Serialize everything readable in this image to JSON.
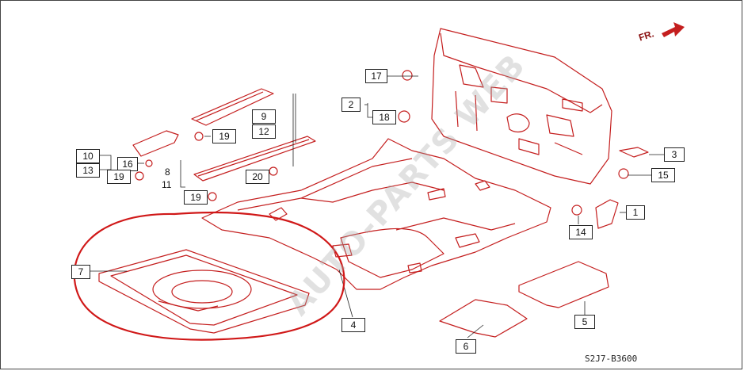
{
  "diagram": {
    "code": "S2J7-B3600",
    "direction_label": "FR.",
    "watermark": "AUTO-PARTS WEB",
    "colors": {
      "line": "#c41e1e",
      "highlight": "#d01818",
      "box": "#222222"
    },
    "callouts": {
      "c1": "1",
      "c2": "2",
      "c3": "3",
      "c4": "4",
      "c5": "5",
      "c6": "6",
      "c7": "7",
      "c8": "8",
      "c9": "9",
      "c10": "10",
      "c11": "11",
      "c12": "12",
      "c13": "13",
      "c14": "14",
      "c15": "15",
      "c16": "16",
      "c17": "17",
      "c18": "18",
      "c19a": "19",
      "c19b": "19",
      "c19c": "19",
      "c20": "20"
    }
  }
}
